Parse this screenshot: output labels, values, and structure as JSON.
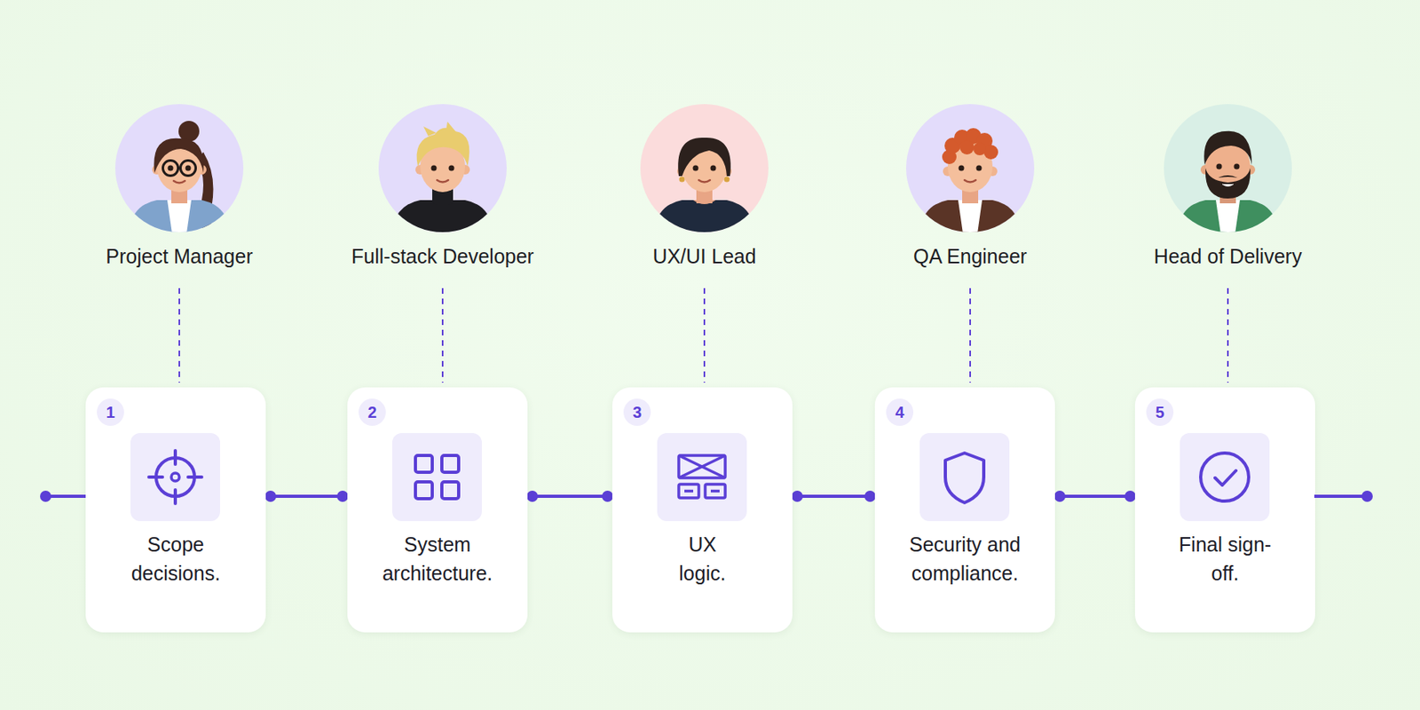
{
  "diagram": {
    "nodes": [
      {
        "text": [
          "Project Manager"
        ]
      },
      {
        "text": [
          "Full-stack Developer"
        ]
      },
      {
        "text": [
          "UX/UI Lead"
        ]
      },
      {
        "text": [
          "QA Engineer"
        ]
      },
      {
        "text": [
          "Head of Delivery"
        ]
      },
      {
        "text": [
          "1",
          "Scope decisions."
        ]
      },
      {
        "text": [
          "2",
          "System architecture."
        ]
      },
      {
        "text": [
          "3",
          "UX logic."
        ]
      },
      {
        "text": [
          "4",
          "Security and compliance."
        ]
      },
      {
        "text": [
          "5",
          "Final sign-off."
        ]
      }
    ],
    "edges": [
      {
        "from": 0,
        "to": 5,
        "arrow": "none"
      },
      {
        "from": 1,
        "to": 6,
        "arrow": "none"
      },
      {
        "from": 2,
        "to": 7,
        "arrow": "none"
      },
      {
        "from": 3,
        "to": 8,
        "arrow": "none"
      },
      {
        "from": 4,
        "to": 9,
        "arrow": "none"
      },
      {
        "from": 5,
        "to": 6,
        "arrow": "none"
      },
      {
        "from": 6,
        "to": 7,
        "arrow": "none"
      },
      {
        "from": 7,
        "to": 8,
        "arrow": "none"
      },
      {
        "from": 8,
        "to": 9,
        "arrow": "none"
      }
    ]
  }
}
